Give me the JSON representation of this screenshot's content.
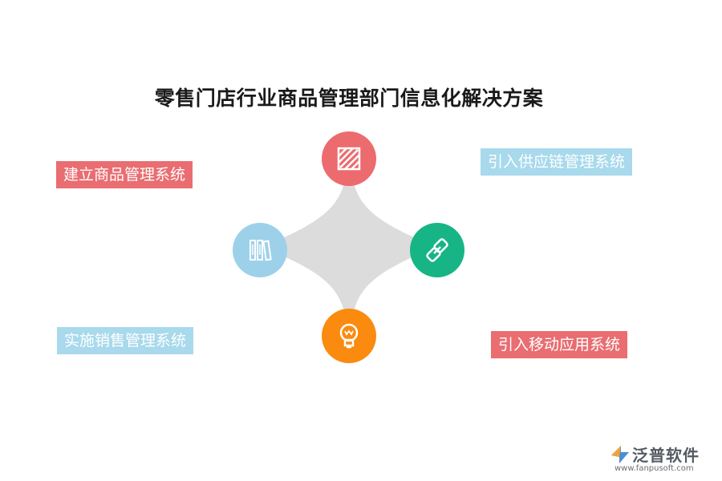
{
  "title": "零售门店行业商品管理部门信息化解决方案",
  "labels": {
    "top_left": "建立商品管理系统",
    "top_right": "引入供应链管理系统",
    "bottom_left": "实施销售管理系统",
    "bottom_right": "引入移动应用系统"
  },
  "nodes": {
    "top": {
      "color": "#ec6b6e",
      "icon": "striped-square-icon"
    },
    "left": {
      "color": "#9dd1ea",
      "icon": "books-icon"
    },
    "right": {
      "color": "#17b585",
      "icon": "link-icon"
    },
    "bottom": {
      "color": "#fa8b0f",
      "icon": "lightbulb-icon"
    }
  },
  "colors": {
    "red_label": "#e96d71",
    "blue_label": "#a8d9ec",
    "star": "#dcdcdc"
  },
  "logo": {
    "name": "泛普软件",
    "url": "www.fanpusoft.com"
  }
}
